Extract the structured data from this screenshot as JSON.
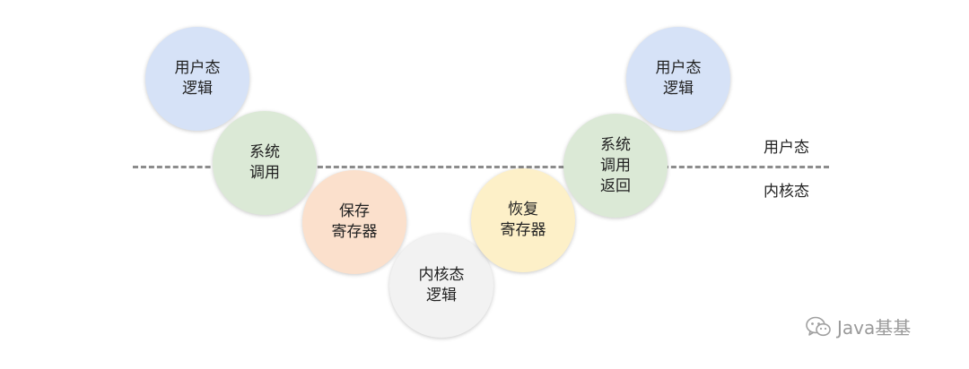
{
  "zones": {
    "user": "用户态",
    "kernel": "内核态"
  },
  "steps": [
    {
      "label": "用户态\n逻辑",
      "color": "#d6e2f7"
    },
    {
      "label": "系统\n调用",
      "color": "#dbe9d6"
    },
    {
      "label": "保存\n寄存器",
      "color": "#fbe0cc"
    },
    {
      "label": "内核态\n逻辑",
      "color": "#f2f2f2"
    },
    {
      "label": "恢复\n寄存器",
      "color": "#fdf0c8"
    },
    {
      "label": "系统\n调用\n返回",
      "color": "#dbe9d6"
    },
    {
      "label": "用户态\n逻辑",
      "color": "#d6e2f7"
    }
  ],
  "watermark": {
    "text": "Java基基",
    "icon": "wechat-icon"
  }
}
